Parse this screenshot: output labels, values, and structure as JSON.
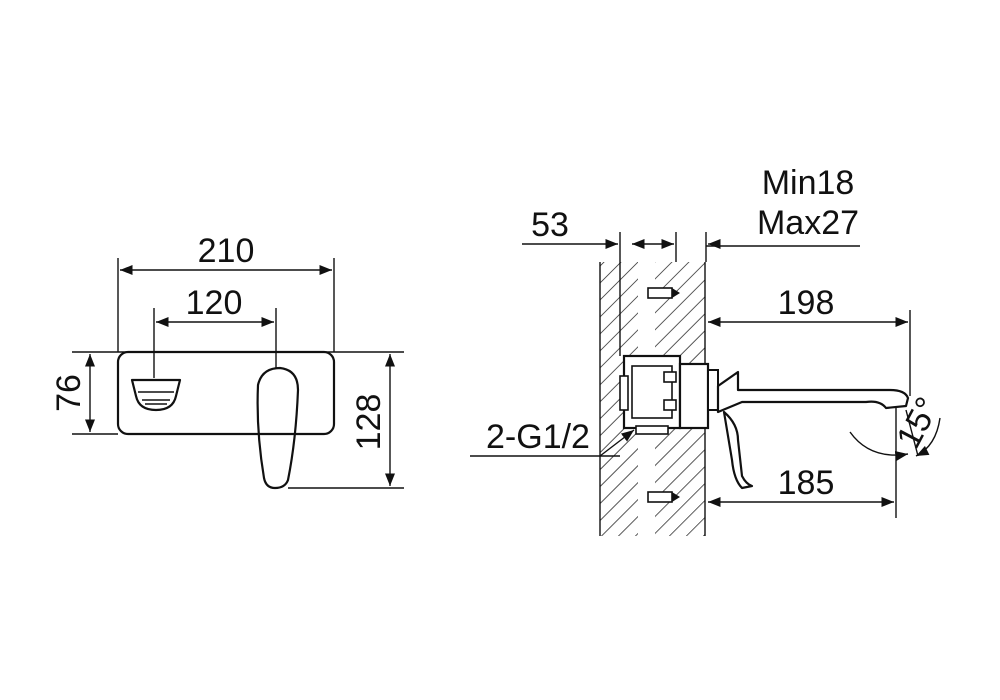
{
  "front_view": {
    "width_label": "210",
    "spacing_label": "120",
    "plate_height_label": "76",
    "total_height_label": "128"
  },
  "side_view": {
    "min_label": "Min18",
    "max_label": "Max27",
    "wall_depth_label": "53",
    "spout_reach_label": "198",
    "spout_lower_label": "185",
    "connection_label": "2-G1/2",
    "angle_label": "15°"
  }
}
